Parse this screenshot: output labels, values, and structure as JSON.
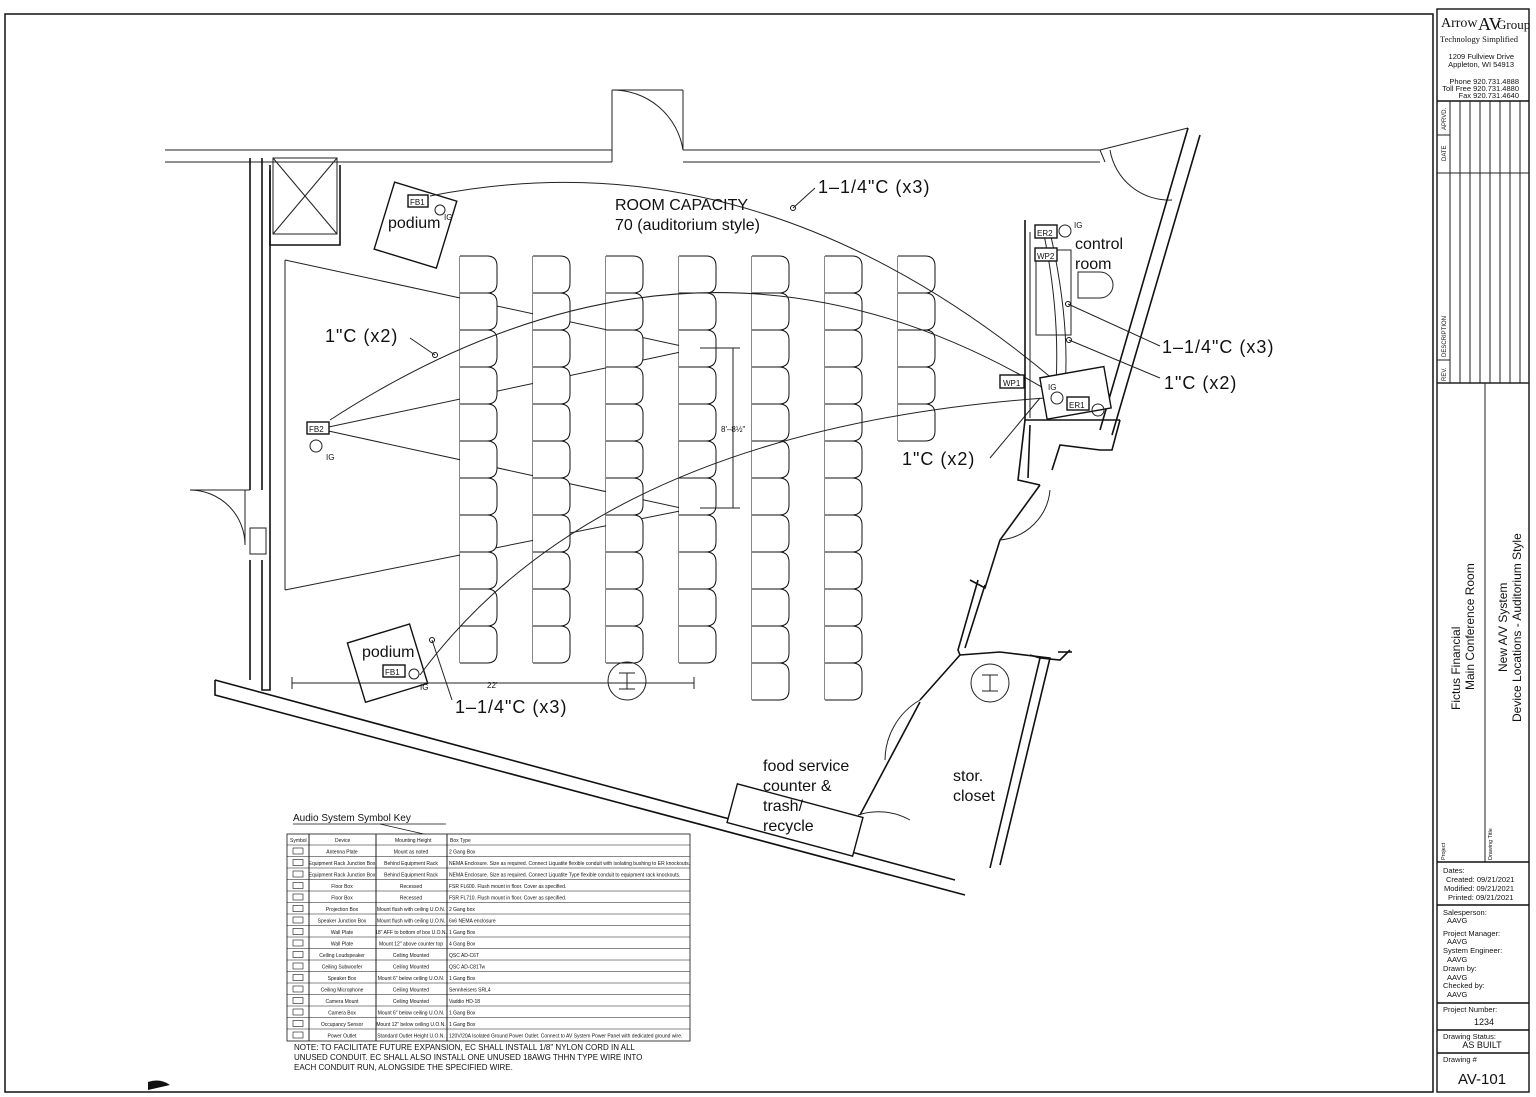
{
  "plan": {
    "room_capacity_title": "ROOM CAPACITY",
    "room_capacity_value": "70 (auditorium style)",
    "control_room": [
      "control",
      "room"
    ],
    "podium_top": "podium",
    "podium_bottom": "podium",
    "food_service": [
      "food service",
      "counter &",
      "trash/",
      "recycle"
    ],
    "storage": [
      "stor.",
      "closet"
    ],
    "conduit_labels": {
      "top": "1–1/4\"C (x3)",
      "right_upper": "1–1/4\"C (x3)",
      "right_lower": "1\"C (x2)",
      "middle_right": "1\"C (x2)",
      "left": "1\"C (x2)",
      "bottom": "1–1/4\"C (x3)"
    },
    "device_tags": {
      "fb1_top": "FB1",
      "fb1_bottom": "FB1",
      "fb2": "FB2",
      "er1": "ER1",
      "er2": "ER2",
      "wp1": "WP1",
      "wp2": "WP2",
      "ig": "IG"
    },
    "dimensions": {
      "width": "22'",
      "height": "8'–8½\""
    }
  },
  "symbol_key": {
    "title": "Audio System Symbol Key",
    "headers": [
      "Symbol",
      "Device",
      "Mounting Height",
      "Box Type"
    ],
    "rows": [
      {
        "symbol": "antenna-plate",
        "device": "Antenna Plate",
        "mounting": "Mount as noted",
        "box": "2 Gang Box"
      },
      {
        "symbol": "er-box",
        "device": "Equipment Rack Junction Box",
        "mounting": "Behind Equipment Rack",
        "box": "NEMA Enclosure. Size as required. Connect Liquatite flexible conduit with isolating bushing to ER knockouts."
      },
      {
        "symbol": "er-box",
        "device": "Equipment Rack Junction Box",
        "mounting": "Behind Equipment Rack",
        "box": "NEMA Enclosure. Size as required. Connect Liquatite Type flexible conduit to equipment rack knockouts."
      },
      {
        "symbol": "floor-box",
        "device": "Floor Box",
        "mounting": "Recessed",
        "box": "FSR FL600. Flush mount in floor. Cover as specified."
      },
      {
        "symbol": "floor-box",
        "device": "Floor Box",
        "mounting": "Recessed",
        "box": "FSR FL710. Flush mount in floor. Cover as specified."
      },
      {
        "symbol": "projection-box",
        "device": "Projection Box",
        "mounting": "Mount flush with ceiling U.O.N.",
        "box": "2 Gang box"
      },
      {
        "symbol": "speaker-jbox",
        "device": "Speaker Junction Box",
        "mounting": "Mount flush with ceiling U.O.N.",
        "box": "6x6 NEMA enclosure"
      },
      {
        "symbol": "wall-plate",
        "device": "Wall Plate",
        "mounting": "18\" AFF to bottom of box U.O.N.",
        "box": "1 Gang Box"
      },
      {
        "symbol": "wall-plate",
        "device": "Wall Plate",
        "mounting": "Mount 12\" above counter top",
        "box": "4 Gang Box"
      },
      {
        "symbol": "ceiling-speaker",
        "device": "Ceiling Loudspeaker",
        "mounting": "Ceiling Mounted",
        "box": "QSC AD-C6T"
      },
      {
        "symbol": "ceiling-sub",
        "device": "Ceiling Subwoofer",
        "mounting": "Ceiling Mounted",
        "box": "QSC AD-C81Tw"
      },
      {
        "symbol": "speaker-box",
        "device": "Speaker Box",
        "mounting": "Mount 6\" below ceiling U.O.N.",
        "box": "1 Gang Box"
      },
      {
        "symbol": "ceiling-mic",
        "device": "Ceiling Microphone",
        "mounting": "Ceiling Mounted",
        "box": "Sennheisers SRL4"
      },
      {
        "symbol": "camera-mount",
        "device": "Camera Mount",
        "mounting": "Ceiling Mounted",
        "box": "Vaddio HD-18"
      },
      {
        "symbol": "camera-box",
        "device": "Camera Box",
        "mounting": "Mount 6\" below ceiling U.O.N.",
        "box": "1 Gang Box"
      },
      {
        "symbol": "occupancy-sensor",
        "device": "Occupancy Sensor",
        "mounting": "Mount 12\" below ceiling U.O.N.",
        "box": "1 Gang Box"
      },
      {
        "symbol": "power-outlet",
        "device": "Power Outlet",
        "mounting": "Standard Outlet Height U.O.N.",
        "box": "120V/20A Isolated Ground Power Outlet. Connect to AV System Power Panel with dedicated ground wire."
      }
    ],
    "note": [
      "NOTE:  TO FACILITATE FUTURE EXPANSION, EC SHALL INSTALL 1/8\" NYLON CORD IN ALL",
      "UNUSED CONDUIT.  EC SHALL ALSO INSTALL ONE UNUSED 18AWG THHN TYPE WIRE INTO",
      "EACH CONDUIT RUN, ALONGSIDE THE SPECIFIED WIRE."
    ]
  },
  "title_block": {
    "company_a": "Arrow",
    "company_b": "AV",
    "company_c": "Group",
    "tagline": "Technology Simplified",
    "address1": "1209 Fullview Drive",
    "address2": "Appleton, WI 54913",
    "phone": "Phone  920.731.4888",
    "tollfree": "Toll Free  920.731.4880",
    "fax": "Fax  920.731.4640",
    "rev_headers": {
      "rev": "REV.",
      "description": "DESCRIPTION",
      "date": "DATE",
      "apprvd": "APRVD."
    },
    "project_label": "Project",
    "project_line1": "Fictus Financial",
    "project_line2": "Main Conference Room",
    "drawing_title_label": "Drawing Title",
    "drawing_title1": "New A/V System",
    "drawing_title2": "Device Locations - Auditorium Style",
    "dates_label": "Dates:",
    "created": "Created:  09/21/2021",
    "modified": "Modified:  09/21/2021",
    "printed": "Printed:  09/21/2021",
    "salesperson_label": "Salesperson:",
    "salesperson": "AAVG",
    "pm_label": "Project Manager:",
    "pm": "AAVG",
    "se_label": "System Engineer:",
    "se": "AAVG",
    "drawn_label": "Drawn by:",
    "drawn": "AAVG",
    "checked_label": "Checked by:",
    "checked": "AAVG",
    "project_number_label": "Project Number:",
    "project_number": "1234",
    "status_label": "Drawing Status:",
    "status": "AS BUILT",
    "drawing_no_label": "Drawing #",
    "drawing_no": "AV-101"
  }
}
